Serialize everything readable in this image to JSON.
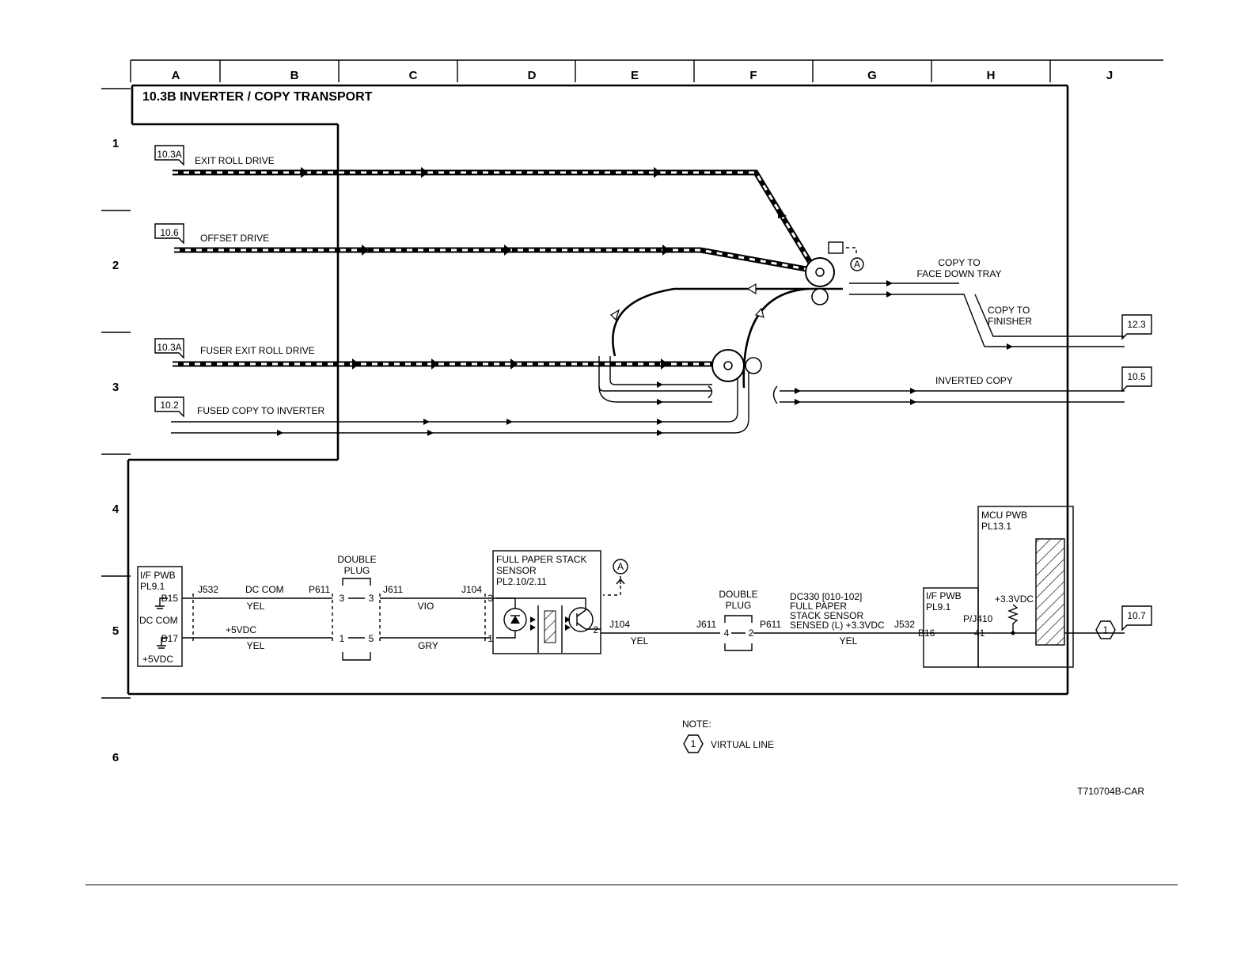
{
  "grid": {
    "columns": [
      "A",
      "B",
      "C",
      "D",
      "E",
      "F",
      "G",
      "H",
      "J"
    ],
    "rows": [
      "1",
      "2",
      "3",
      "4",
      "5",
      "6"
    ]
  },
  "title": "10.3B INVERTER / COPY TRANSPORT",
  "drives": {
    "exit_roll": {
      "ref": "10.3A",
      "label": "EXIT ROLL DRIVE"
    },
    "offset": {
      "ref": "10.6",
      "label": "OFFSET DRIVE"
    },
    "fuser_exit": {
      "ref": "10.3A",
      "label": "FUSER EXIT ROLL DRIVE"
    },
    "fused_copy": {
      "ref": "10.2",
      "label": "FUSED COPY TO INVERTER"
    }
  },
  "outputs": {
    "face_down_1": "COPY TO",
    "face_down_2": "FACE DOWN TRAY",
    "finisher_1": "COPY TO",
    "finisher_2": "FINISHER",
    "finisher_ref": "12.3",
    "inverted": "INVERTED COPY",
    "inverted_ref": "10.5"
  },
  "virtual_a": "A",
  "circuit": {
    "if_pwb_left": {
      "l1": "I/F PWB",
      "l2": "PL9.1",
      "b15": "B15",
      "b17": "B17",
      "dccom": "DC COM",
      "vdc": "+5VDC"
    },
    "j532_left": "J532",
    "dc_com": "DC COM",
    "p611_left": "P611",
    "yel_1": "YEL",
    "plus5": "+5VDC",
    "yel_2": "YEL",
    "double_plug_1": {
      "l1": "DOUBLE",
      "l2": "PLUG",
      "p3a": "3",
      "p3b": "3",
      "p1": "1",
      "p5": "5"
    },
    "j611_left": "J611",
    "j104_top": "J104",
    "vio": "VIO",
    "gry": "GRY",
    "sensor": {
      "l1": "FULL PAPER STACK",
      "l2": "SENSOR",
      "l3": "PL2.10/2.11",
      "p3": "3",
      "p1": "1",
      "p2": "2"
    },
    "j104_right": "J104",
    "yel_3": "YEL",
    "j611_right": "J611",
    "double_plug_2": {
      "l1": "DOUBLE",
      "l2": "PLUG",
      "p4": "4",
      "p2": "2"
    },
    "p611_right": "P611",
    "signal": {
      "l1": "DC330 [010-102]",
      "l2": "FULL PAPER",
      "l3": "STACK SENSOR",
      "l4": "SENSED (L) +3.3VDC"
    },
    "yel_4": "YEL",
    "j532_right": "J532",
    "if_pwb_right": {
      "l1": "I/F PWB",
      "l2": "PL9.1",
      "b16": "B16"
    },
    "mcu": {
      "l1": "MCU PWB",
      "l2": "PL13.1",
      "pj": "P/J410",
      "pin": "41",
      "v33": "+3.3VDC"
    },
    "virtual_1": "1",
    "out_ref": "10.7"
  },
  "note": {
    "label": "NOTE:",
    "num": "1",
    "text": "VIRTUAL LINE"
  },
  "figure_id": "T710704B-CAR"
}
